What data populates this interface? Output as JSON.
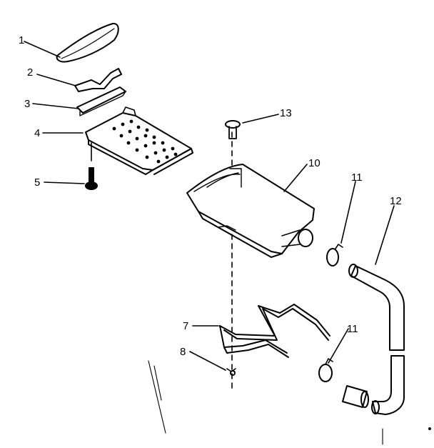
{
  "diagram": {
    "callouts": [
      {
        "id": "c1",
        "label": "1"
      },
      {
        "id": "c2",
        "label": "2"
      },
      {
        "id": "c3",
        "label": "3"
      },
      {
        "id": "c4",
        "label": "4"
      },
      {
        "id": "c5",
        "label": "5"
      },
      {
        "id": "c13",
        "label": "13"
      },
      {
        "id": "c10",
        "label": "10"
      },
      {
        "id": "c11a",
        "label": "11"
      },
      {
        "id": "c12",
        "label": "12"
      },
      {
        "id": "c7",
        "label": "7"
      },
      {
        "id": "c11b",
        "label": "11"
      },
      {
        "id": "c8",
        "label": "8"
      }
    ],
    "parts": [
      {
        "icon": "dispenser-cover-icon",
        "name": "cover"
      },
      {
        "icon": "spring-clip-icon",
        "name": "clip"
      },
      {
        "icon": "bracket-icon",
        "name": "bracket"
      },
      {
        "icon": "grille-tray-icon",
        "name": "tray"
      },
      {
        "icon": "screw-icon",
        "name": "screw"
      },
      {
        "icon": "fill-cup-icon",
        "name": "cup"
      },
      {
        "icon": "hose-clamp-icon",
        "name": "clamp"
      },
      {
        "icon": "hose-icon",
        "name": "hose"
      },
      {
        "icon": "heater-wire-icon",
        "name": "heater"
      },
      {
        "icon": "fastener-icon",
        "name": "fastener"
      },
      {
        "icon": "tube-icon",
        "name": "tube"
      }
    ],
    "colors": {
      "ink": "#000000",
      "fill": "#ffffff",
      "shade": "#bbbbbb"
    }
  }
}
